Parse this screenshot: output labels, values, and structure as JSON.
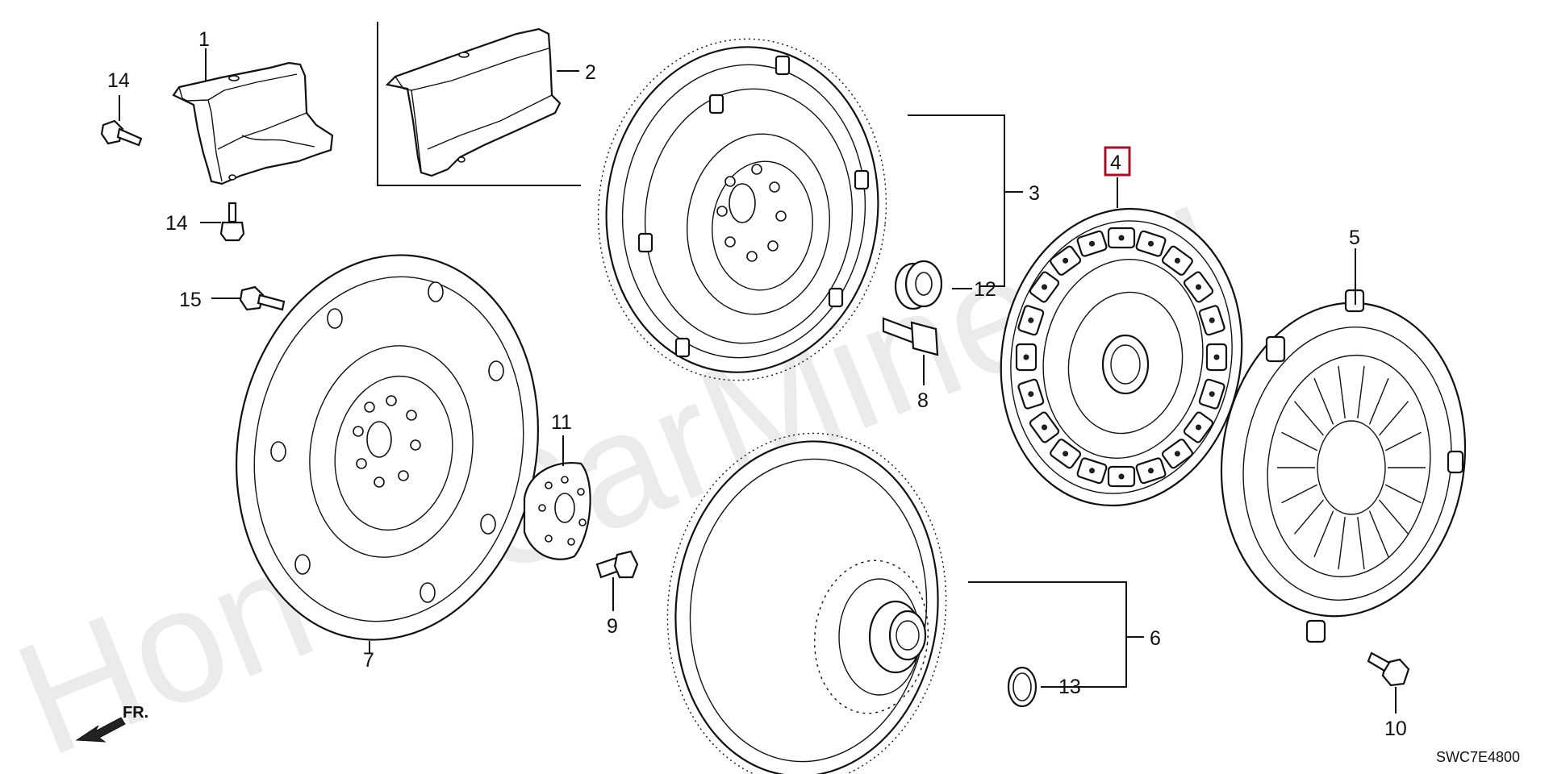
{
  "diagram": {
    "watermark": "HondaCarMine.ru",
    "diagram_code": "SWC7E4800",
    "direction_label": "FR.",
    "highlight_color": "#a0142a",
    "callouts": [
      {
        "id": "c1",
        "label": "1"
      },
      {
        "id": "c2",
        "label": "2"
      },
      {
        "id": "c3",
        "label": "3"
      },
      {
        "id": "c4",
        "label": "4",
        "highlighted": true
      },
      {
        "id": "c5",
        "label": "5"
      },
      {
        "id": "c6",
        "label": "6"
      },
      {
        "id": "c7",
        "label": "7"
      },
      {
        "id": "c8",
        "label": "8"
      },
      {
        "id": "c9",
        "label": "9"
      },
      {
        "id": "c10",
        "label": "10"
      },
      {
        "id": "c11",
        "label": "11"
      },
      {
        "id": "c12",
        "label": "12"
      },
      {
        "id": "c13",
        "label": "13"
      },
      {
        "id": "c14a",
        "label": "14"
      },
      {
        "id": "c14b",
        "label": "14"
      },
      {
        "id": "c15",
        "label": "15"
      }
    ]
  }
}
